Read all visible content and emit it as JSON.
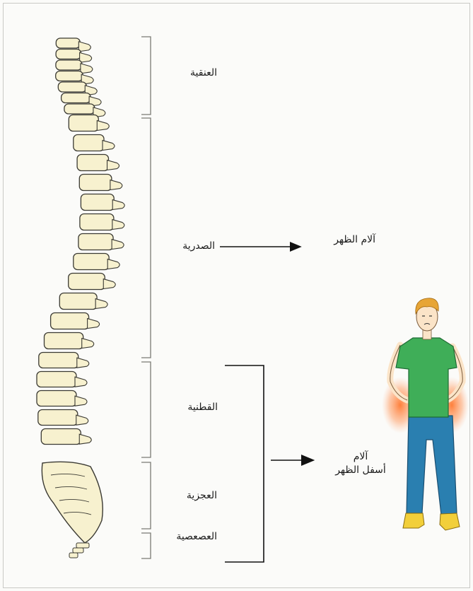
{
  "regions": {
    "cervical": "العنقية",
    "thoracic": "الصدرية",
    "lumbar": "القطنية",
    "sacral": "العجزية",
    "coccygeal": "العصعصية"
  },
  "outcomes": {
    "back_pain": "آلام الظهر",
    "lower_back_pain_line1": "آلام",
    "lower_back_pain_line2": "أسفل الظهر"
  },
  "colors": {
    "bone_fill": "#f7f1cf",
    "bone_stroke": "#3b3a33",
    "shirt": "#3fae58",
    "pants": "#2a7fb0",
    "hair": "#e7a536",
    "skin": "#fbe4c8",
    "pain_glow": "#ff7a3a",
    "shoes": "#f2cf3a"
  },
  "icons": [
    "spine-illustration",
    "person-back-pain-illustration",
    "arrow-right-icon"
  ]
}
